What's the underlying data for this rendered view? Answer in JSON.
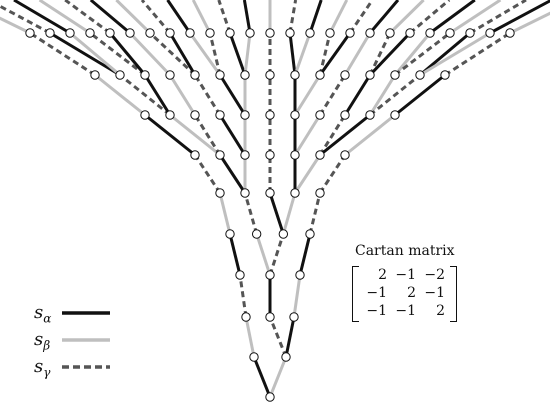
{
  "legend": {
    "items": [
      {
        "symbol": "s",
        "subscript": "α",
        "color": "#111111",
        "style": "solid"
      },
      {
        "symbol": "s",
        "subscript": "β",
        "color": "#bfbfbf",
        "style": "solid"
      },
      {
        "symbol": "s",
        "subscript": "γ",
        "color": "#555555",
        "style": "dashed"
      }
    ]
  },
  "cartan": {
    "title": "Cartan matrix",
    "rows": [
      [
        "2",
        "−1",
        "−2"
      ],
      [
        "−1",
        "2",
        "−1"
      ],
      [
        "−1",
        "−1",
        "2"
      ]
    ]
  },
  "colors": {
    "alpha": "#111111",
    "beta": "#bfbfbf",
    "gamma": "#555555",
    "node_fill": "#ffffff",
    "node_stroke": "#111111"
  }
}
